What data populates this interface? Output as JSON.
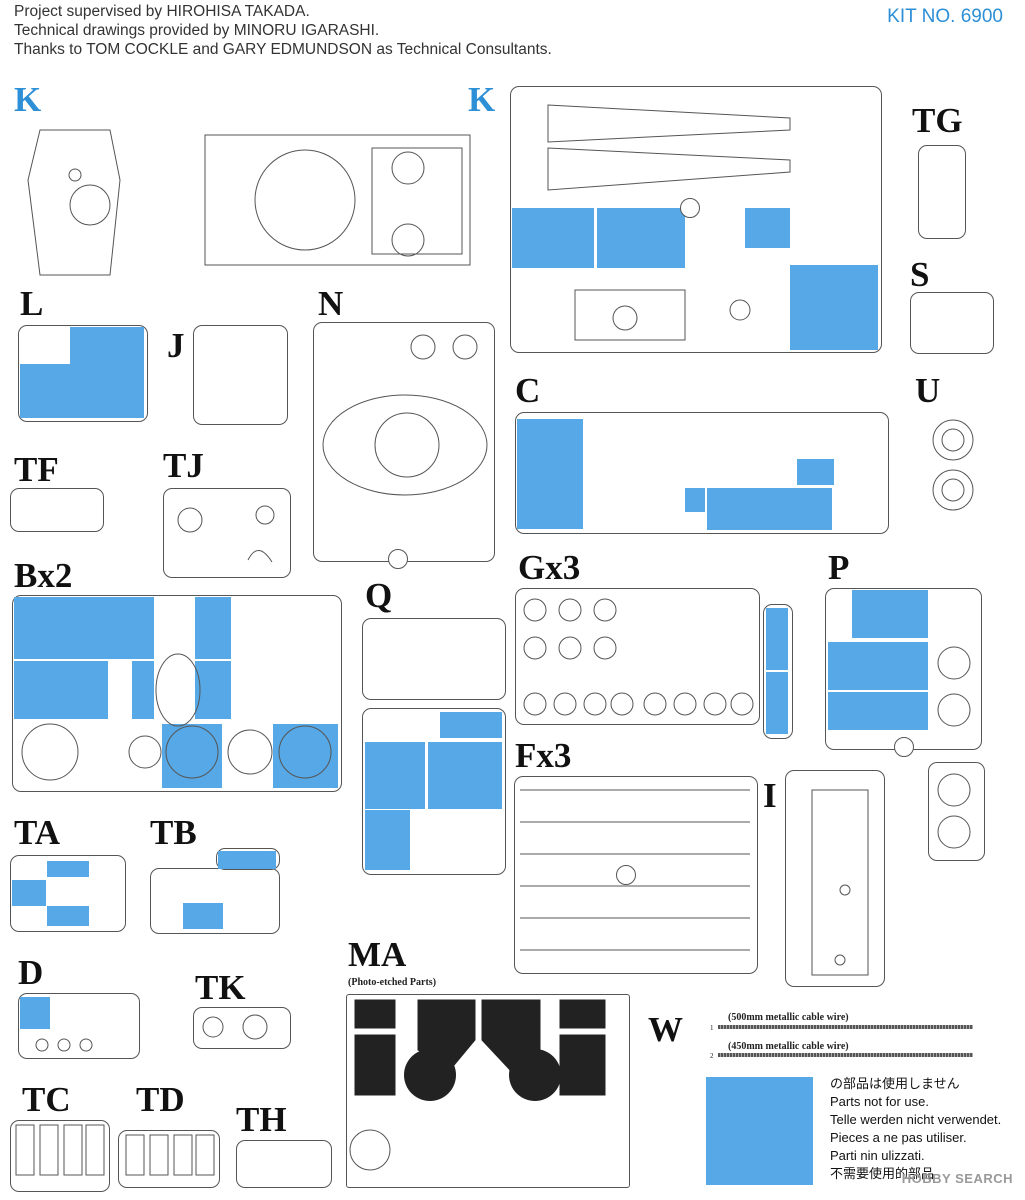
{
  "header": {
    "credits": [
      "Project supervised by HIROHISA TAKADA.",
      "Technical drawings provided by MINORU IGARASHI.",
      "Thanks to TOM COCKLE and GARY EDMUNDSON as Technical Consultants."
    ],
    "kit_no": "KIT NO. 6900"
  },
  "labels": {
    "k1": "K",
    "k2": "K",
    "tg": "TG",
    "s": "S",
    "l": "L",
    "j": "J",
    "n": "N",
    "c": "C",
    "u": "U",
    "tf": "TF",
    "tj": "TJ",
    "bx2": "Bx2",
    "q": "Q",
    "gx3": "Gx3",
    "p": "P",
    "fx3": "Fx3",
    "i": "I",
    "ta": "TA",
    "tb": "TB",
    "d": "D",
    "tk": "TK",
    "ma": "MA",
    "w": "W",
    "tc": "TC",
    "td": "TD",
    "th": "TH"
  },
  "ma_note": "(Photo-etched Parts)",
  "wire": [
    {
      "num": "1",
      "label": "(500mm metallic cable wire)"
    },
    {
      "num": "2",
      "label": "(450mm metallic cable wire)"
    }
  ],
  "legend": [
    "の部品は使用しません",
    "Parts not for use.",
    "Telle werden nicht verwendet.",
    "Pieces a ne pas utiliser.",
    "Parti nin ulizzati.",
    "不需要使用的部品"
  ],
  "watermark": "HOBBY SEARCH",
  "colors": {
    "unused": "#56a8e6",
    "kit_no": "#2d8fd6"
  }
}
